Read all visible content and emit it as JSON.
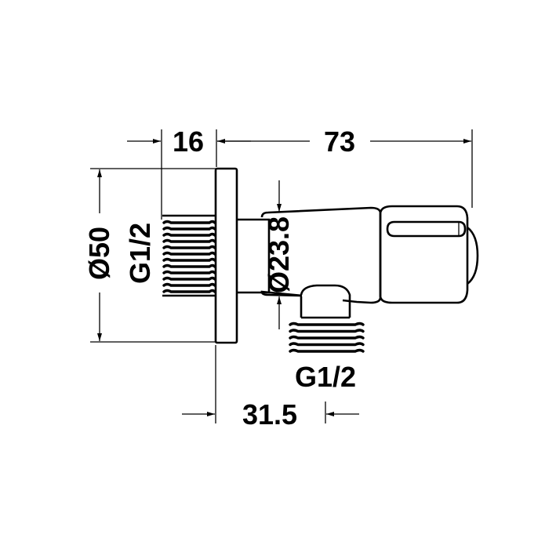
{
  "drawing": {
    "dimensions": {
      "wall_thread_length": "16",
      "overall_length": "73",
      "flange_diameter": "Ø50",
      "inlet_thread": "G1/2",
      "body_diameter": "Ø23.8",
      "outlet_thread": "G1/2",
      "outlet_offset": "31.5"
    },
    "line_color": "#000000",
    "background": "#ffffff"
  }
}
